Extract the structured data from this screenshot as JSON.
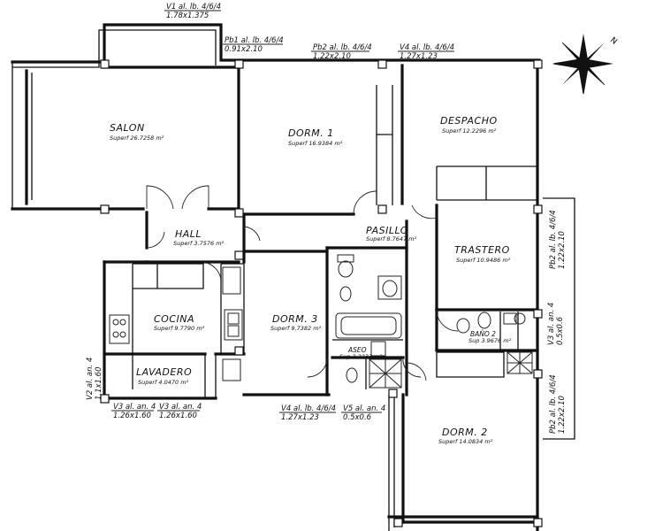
{
  "rooms": {
    "salon": {
      "name": "SALON",
      "area": "Superf 26.7258 m²"
    },
    "dorm1": {
      "name": "DORM. 1",
      "area": "Superf 16.9384 m²"
    },
    "despacho": {
      "name": "DESPACHO",
      "area": "Superf 12.2296 m²"
    },
    "hall": {
      "name": "HALL",
      "area": "Superf 3.7576 m²"
    },
    "pasillo": {
      "name": "PASILLO",
      "area": "Superf 8.7647 m²"
    },
    "trastero": {
      "name": "TRASTERO",
      "area": "Superf 10.9486 m²"
    },
    "cocina": {
      "name": "COCINA",
      "area": "Superf 9.7790 m²"
    },
    "dorm3": {
      "name": "DORM. 3",
      "area": "Superf 9.7382 m²"
    },
    "bano2": {
      "name": "BAÑO 2",
      "area": "Sup 3.9676 m²"
    },
    "aseo": {
      "name": "ASEO",
      "area": "Sup 2.2233 m²"
    },
    "lavadero": {
      "name": "LAVADERO",
      "area": "Superf 4.0470 m²"
    },
    "dorm2": {
      "name": "DORM. 2",
      "area": "Superf 14.0834 m²"
    }
  },
  "openings": {
    "v1": {
      "label": "V1 al. lb. 4/6/4",
      "size": "1.78x1.375"
    },
    "pb1": {
      "label": "Pb1 al. lb. 4/6/4",
      "size": "0.91x2.10"
    },
    "pb2_top": {
      "label": "Pb2 al. lb. 4/6/4",
      "size": "1.22x2.10"
    },
    "v4_top": {
      "label": "V4 al. lb. 4/6/4",
      "size": "1.27x1.23"
    },
    "v2": {
      "label": "V2 al. an. 4",
      "size": "1.1x1.60"
    },
    "v3a": {
      "label": "V3 al. an. 4",
      "size": "1.26x1.60"
    },
    "v3b": {
      "label": "V3 al. an. 4",
      "size": "1.26x1.60"
    },
    "v4_bottom": {
      "label": "V4 al. lb. 4/6/4",
      "size": "1.27x1.23"
    },
    "v5": {
      "label": "V5 al. an. 4",
      "size": "0.5x0.6"
    },
    "pb2_right": {
      "label": "Pb2 al. lb. 4/6/4",
      "size": "1.22x2.10"
    },
    "v3_right": {
      "label": "V3 al. an. 4",
      "size": "0.5x0.6"
    },
    "pb2_right2": {
      "label": "Pb2 al. lb. 4/6/4",
      "size": "1.22x2.10"
    }
  },
  "compass": {
    "north": "N"
  }
}
